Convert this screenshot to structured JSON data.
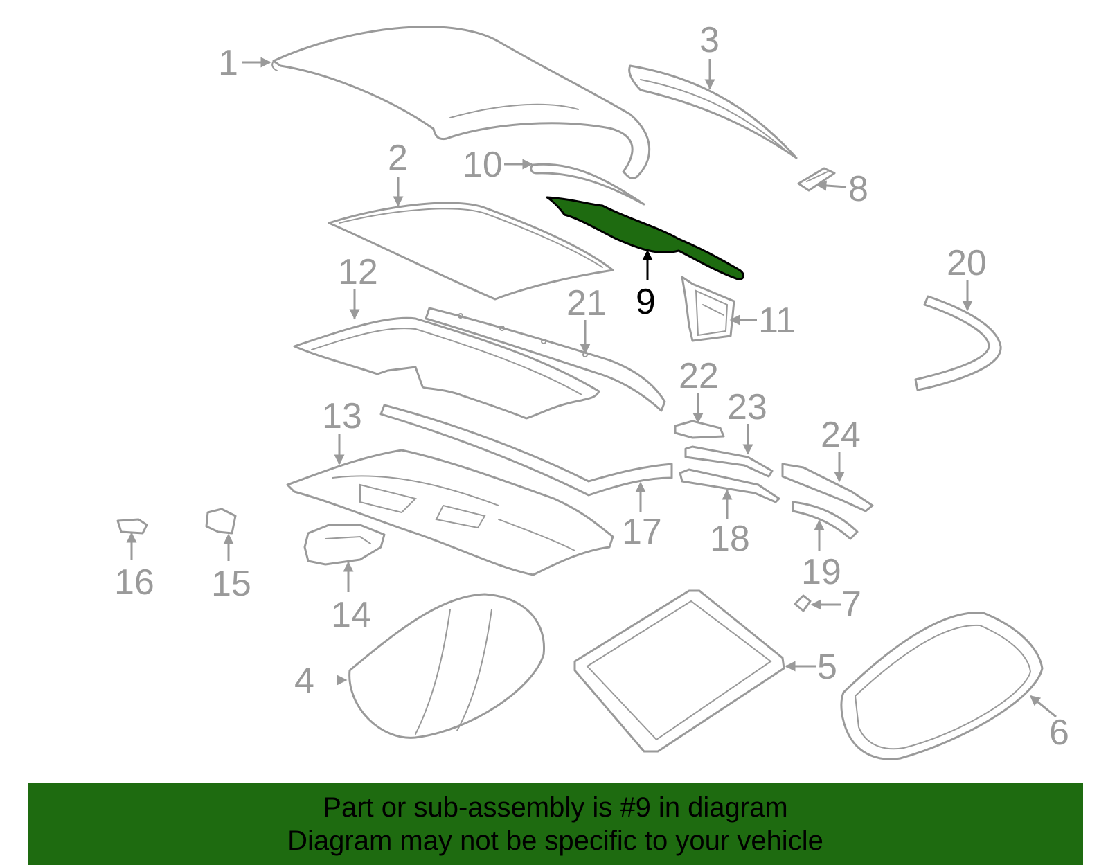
{
  "colors": {
    "line": "#9a9a9a",
    "highlight": "#1e6b10",
    "banner": "#1e6b10",
    "text": "#000000"
  },
  "highlighted_part": "9",
  "callouts": {
    "c1": "1",
    "c2": "2",
    "c3": "3",
    "c4": "4",
    "c5": "5",
    "c6": "6",
    "c7": "7",
    "c8": "8",
    "c9": "9",
    "c10": "10",
    "c11": "11",
    "c12": "12",
    "c13": "13",
    "c14": "14",
    "c15": "15",
    "c16": "16",
    "c17": "17",
    "c18": "18",
    "c19": "19",
    "c20": "20",
    "c21": "21",
    "c22": "22",
    "c23": "23",
    "c24": "24"
  },
  "banner": {
    "line1": "Part or sub-assembly is #9 in diagram",
    "line2": "Diagram may not be specific to your vehicle"
  }
}
